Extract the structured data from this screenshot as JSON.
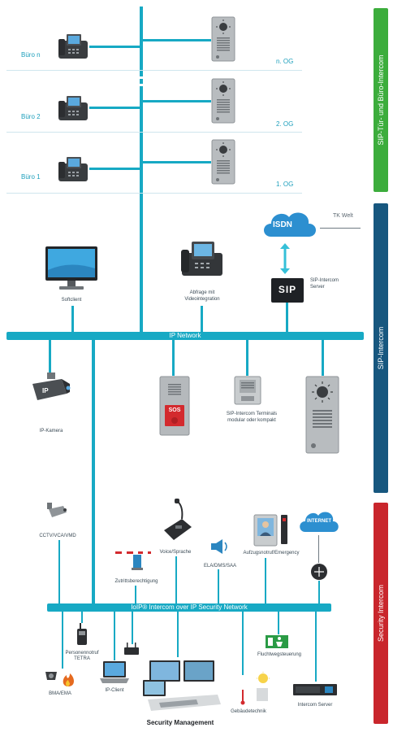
{
  "sidebars": {
    "top": {
      "label": "SIP-Tür- und Büro-Intercom",
      "color": "#3cad3c"
    },
    "middle": {
      "label": "SIP-Intercom",
      "color": "#17577f"
    },
    "bottom": {
      "label": "Security Intercom",
      "color": "#c9262c"
    }
  },
  "offices": [
    "Büro n",
    "Büro 2",
    "Büro 1"
  ],
  "floors": [
    "n. OG",
    "2. OG",
    "1. OG"
  ],
  "cloud_isdn": "ISDN",
  "tk_welt": "TK Welt",
  "sip_server": {
    "logo": "SIP",
    "label_line1": "SIP-Intercom",
    "label_line2": "Server"
  },
  "softclient": "Softclient",
  "abfrage": {
    "line1": "Abfrage mit",
    "line2": "Videointegration"
  },
  "ip_network": "IP Network",
  "ip_kamera": "IP-Kamera",
  "ip_text": "IP",
  "sos_text": "SOS",
  "terminals": {
    "line1": "SIP-Intercom Terminals",
    "line2": "modular oder kompakt"
  },
  "security_labels": {
    "cctv": "CCTV/VCA/VMD",
    "voice": "Voice/Sprache",
    "ela": "ELA/DMS/SAA",
    "aufzug": "Aufzugsnotruf/Emergency",
    "zutritt": "Zutrittsberechtigung",
    "internet": "INTERNET"
  },
  "security_network": "IoIP® Intercom over IP Security Network",
  "bottom_labels": {
    "personen": {
      "line1": "Personennotruf",
      "line2": "TETRA"
    },
    "bma": "BMA/EMA",
    "ip_client": "IP-Client",
    "flucht": "Fluchtwegsteuerung",
    "gebaude": "Gebäudetechnik",
    "intercom_server": "Intercom Server"
  },
  "security_management": "Security Management"
}
